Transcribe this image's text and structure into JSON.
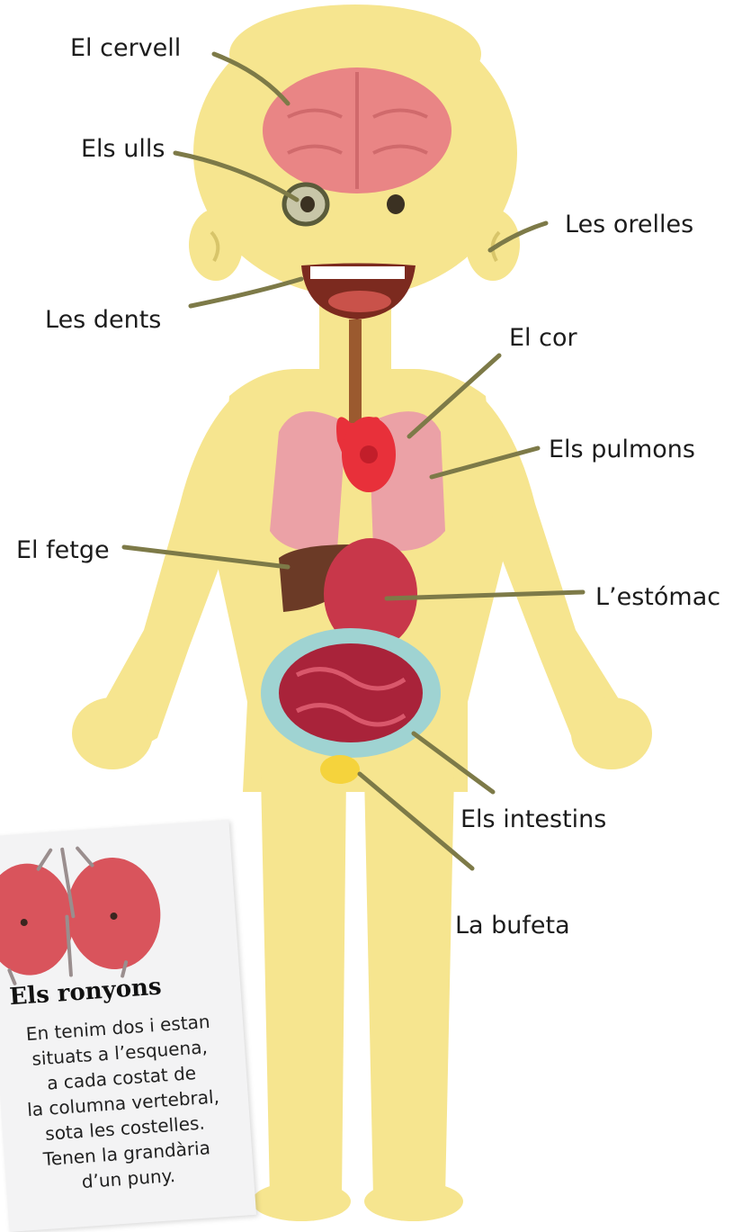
{
  "labels": {
    "brain": "El cervell",
    "eyes": "Els ulls",
    "ears": "Les orelles",
    "teeth": "Les dents",
    "heart": "El cor",
    "lungs": "Els pulmons",
    "liver": "El fetge",
    "stomach": "L’estómac",
    "intestines": "Els intestins",
    "bladder": "La bufeta"
  },
  "kidney_box": {
    "title": "Els ronyons",
    "lines": [
      "En tenim dos i estan",
      "situats a l’esquena,",
      "a cada costat de",
      "la columna vertebral,",
      "sota les costelles.",
      "Tenen la grandària",
      "d’un puny."
    ]
  },
  "colors": {
    "body": "#f6e58f",
    "brain": "#e98585",
    "lungs": "#eba1a6",
    "heart": "#e8303a",
    "liver": "#6b3a26",
    "stomach": "#c8374a",
    "intestines": "#a9233a",
    "intestine_outline": "#9fd3d2",
    "bladder": "#f5d33c",
    "leader_line": "#7d7a48",
    "kidneys": "#d9545c"
  }
}
